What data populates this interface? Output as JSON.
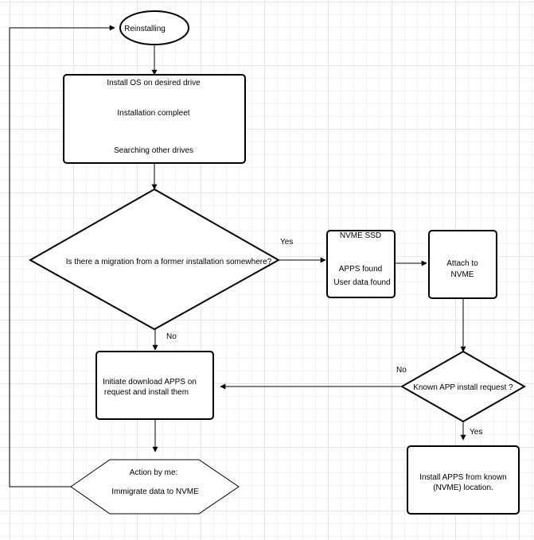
{
  "nodes": {
    "reinstalling": "Reinstalling",
    "install_os": "Install OS on desired drive",
    "installation_complete": "Installation compleet",
    "searching_drives": "Searching other drives",
    "migration_question": "Is there a migration from a former installation somewhere?",
    "nvme_ssd": "NVME SSD",
    "apps_found": "APPS found",
    "user_data_found": "User data found",
    "attach_line1": "Attach to",
    "attach_line2": "NVME",
    "initiate_line1": "Initiate download APPS on",
    "initiate_line2": "request and  install them",
    "known_app_question": "Known APP install request ?",
    "action_line1": "Action by me:",
    "action_line2": "Immigrate data to NVME",
    "install_known_line1": "Install APPS from known",
    "install_known_line2": "(NVME) location."
  },
  "edge_labels": {
    "migration_yes": "Yes",
    "migration_no": "No",
    "known_no": "No",
    "known_yes": "Yes"
  }
}
